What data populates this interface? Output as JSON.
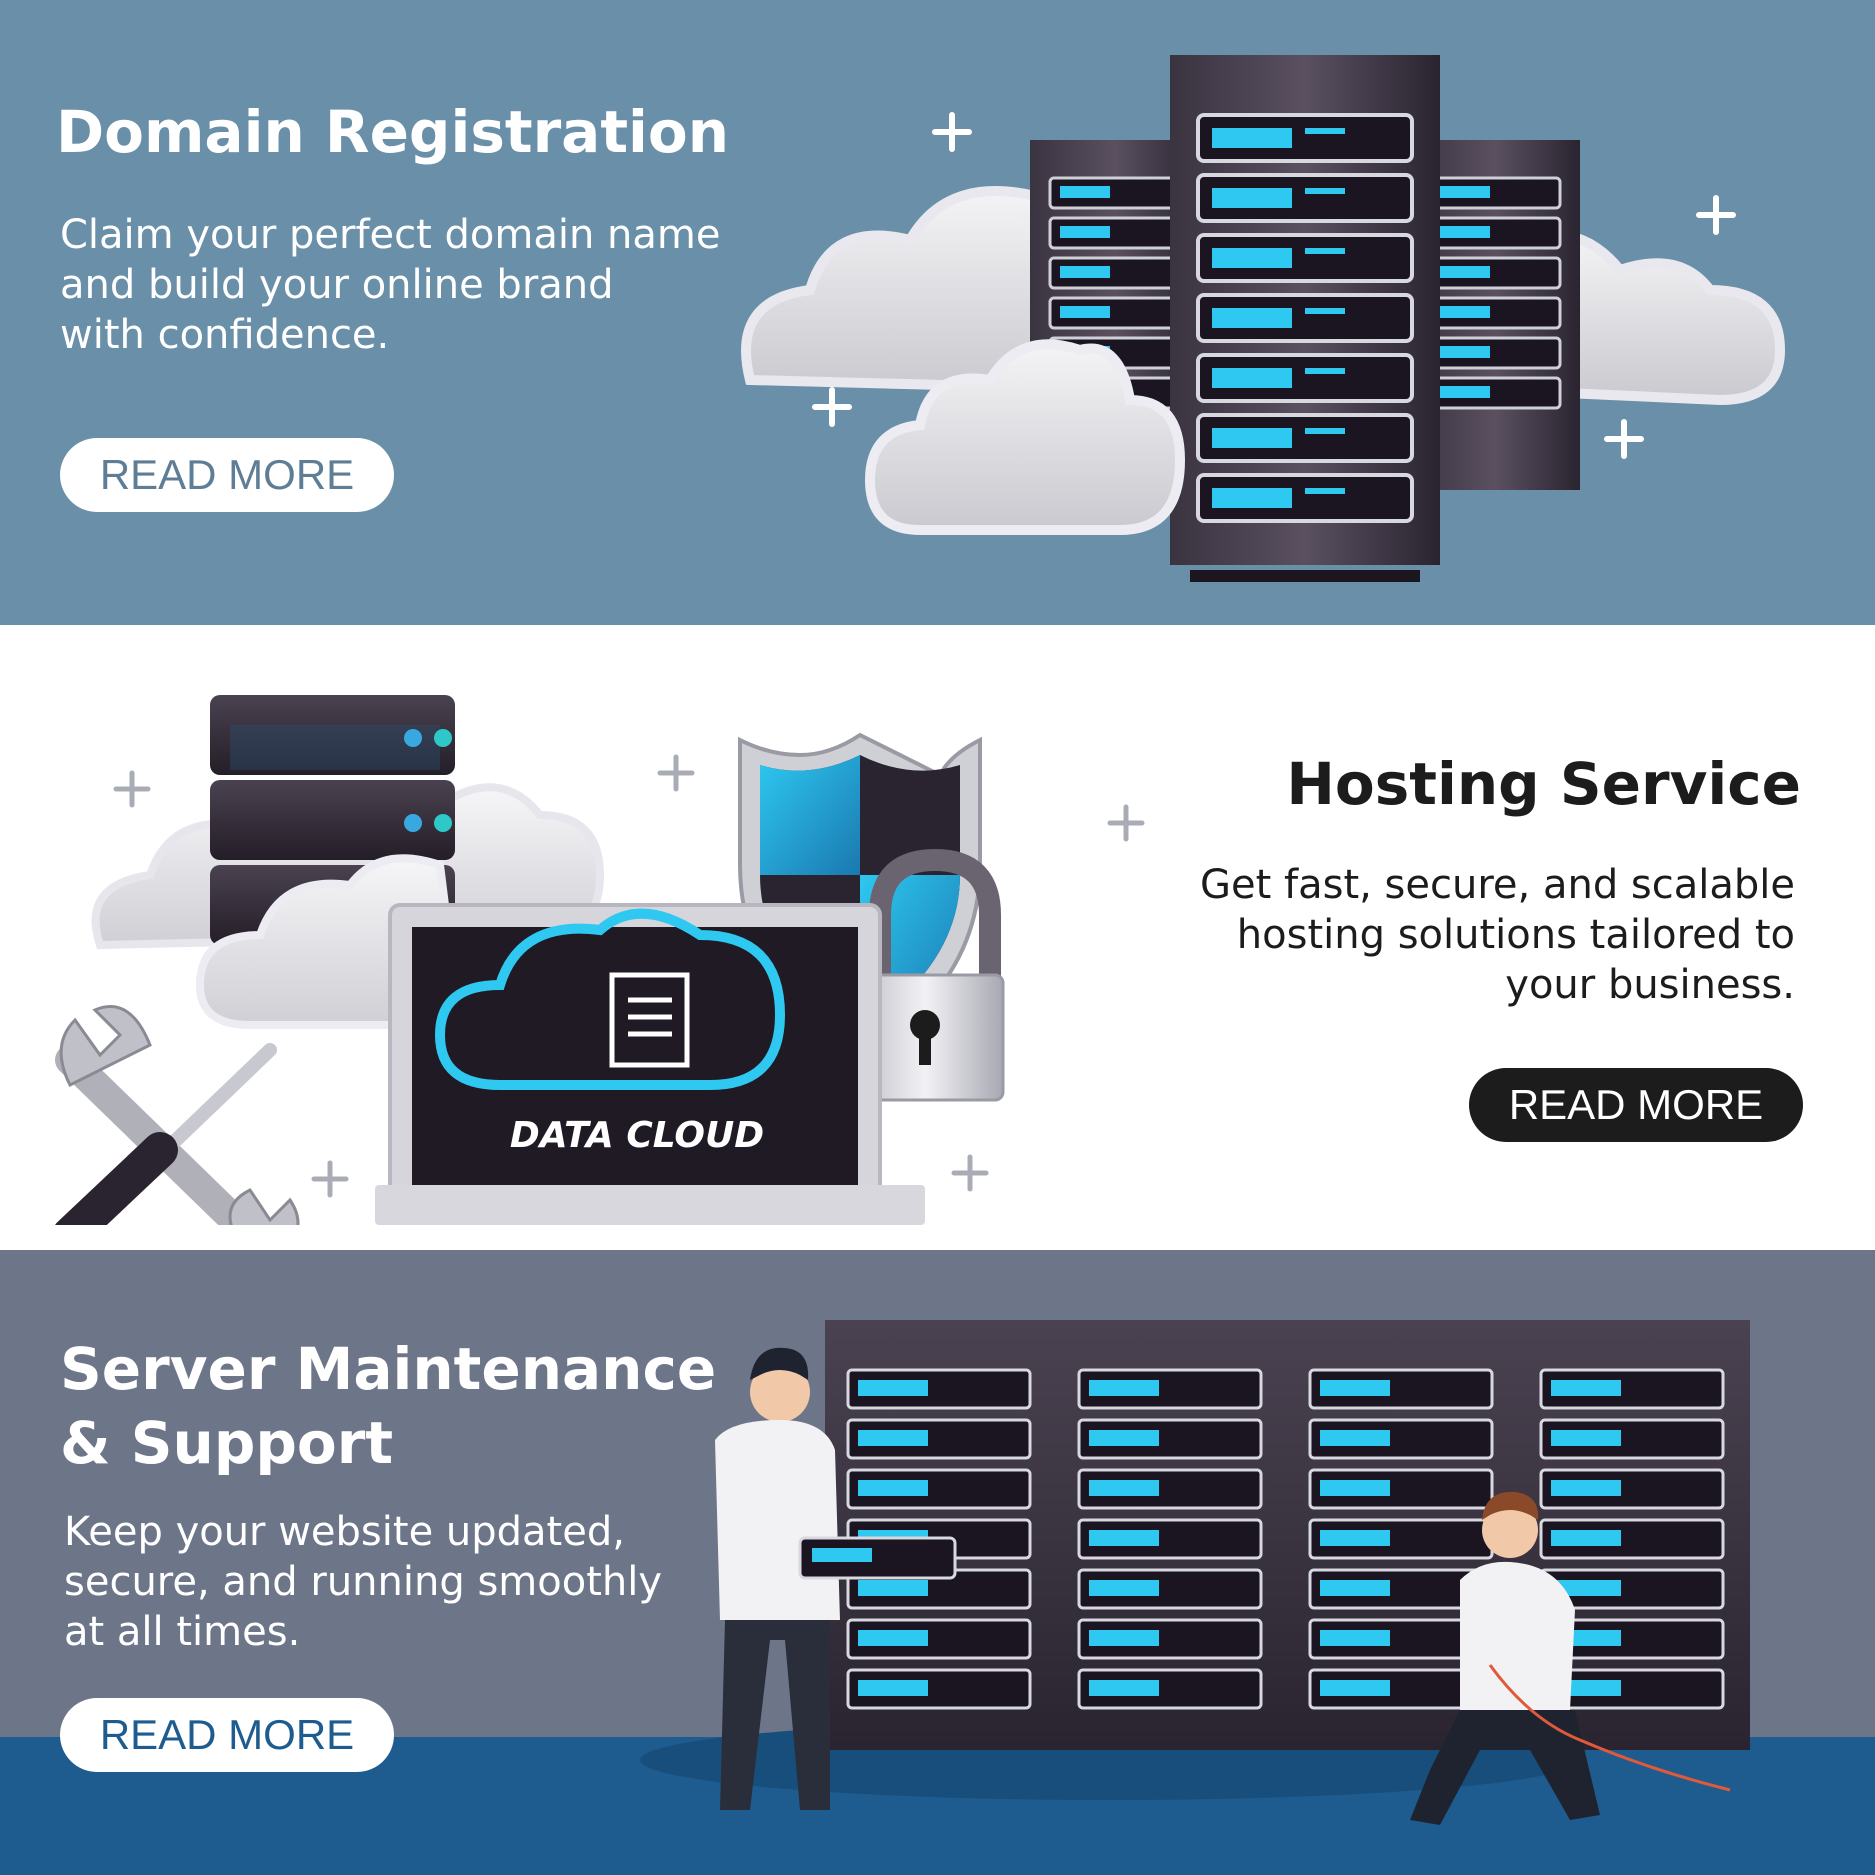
{
  "banners": [
    {
      "title": "Domain Registration",
      "description_lines": [
        "Claim your perfect domain name",
        "and build your online brand",
        "with confidence."
      ],
      "button_label": "READ MORE"
    },
    {
      "title": "Hosting Service",
      "description_lines": [
        "Get fast, secure, and scalable",
        "hosting solutions tailored to",
        "your  business."
      ],
      "button_label": "READ MORE",
      "screen_label": "DATA CLOUD"
    },
    {
      "title_lines": [
        "Server Maintenance",
        "& Support"
      ],
      "description_lines": [
        "Keep your website updated,",
        "secure, and running smoothly",
        "at all times."
      ],
      "button_label": "READ MORE"
    }
  ],
  "colors": {
    "banner1_bg": "#6a8fa9",
    "banner2_bg": "#ffffff",
    "banner3_bg": "#6d7589",
    "banner3_floor": "#1e5c8f",
    "accent_cyan": "#2ec8f0",
    "server_dark": "#2c2630",
    "dark_button": "#1c1c1c"
  },
  "icons": [
    "server-rack-icon",
    "cloud-icon",
    "plus-icon",
    "shield-icon",
    "padlock-icon",
    "wrench-icon",
    "screwdriver-icon",
    "laptop-icon",
    "document-icon",
    "technician-icon"
  ]
}
